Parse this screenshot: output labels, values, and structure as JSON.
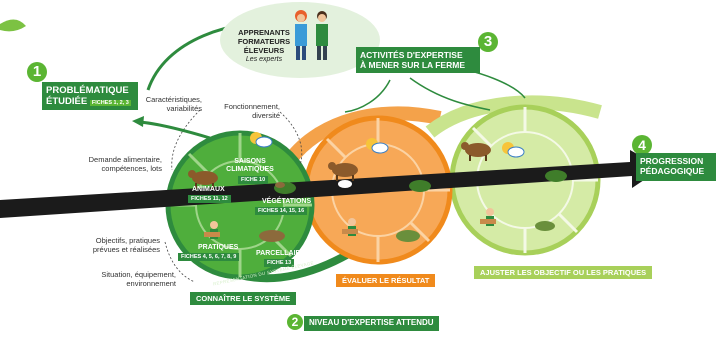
{
  "experts": {
    "line1": "APPRENANTS",
    "line2": "FORMATEURS",
    "line3": "ÉLEVEURS",
    "subtitle": "Les experts"
  },
  "step1": {
    "number": "1",
    "line1": "PROBLÉMATIQUE",
    "line2": "ÉTUDIÉE",
    "fiches": "FICHES 1, 2, 3"
  },
  "step2": {
    "number": "2",
    "label": "NIVEAU D'EXPERTISE ATTENDU"
  },
  "step3": {
    "number": "3",
    "line1": "ACTIVITÉS D'EXPERTISE",
    "line2": "À MENER SUR LA FERME"
  },
  "step4": {
    "number": "4",
    "line1": "PROGRESSION",
    "line2": "PÉDAGOGIQUE"
  },
  "circle1": {
    "caption": "CONNAÎTRE LE SYSTÈME",
    "saisons": {
      "line1": "SAISONS",
      "line2": "CLIMATIQUES",
      "fiche": "FICHE 10"
    },
    "animaux": {
      "label": "ANIMAUX",
      "fiche": "FICHES 11, 12"
    },
    "vegetations": {
      "label": "VÉGÉTATIONS",
      "fiche": "FICHES 14, 15, 16"
    },
    "pratiques": {
      "label": "PRATIQUES",
      "fiche": "FICHES 4, 5, 6, 7, 8, 9"
    },
    "parcellaire": {
      "label": "PARCELLAIRE",
      "fiche": "FICHE 13"
    },
    "arc_text": "REPRÉSENTATION DU SYSTÈME ÉLEVAGE"
  },
  "circle2": {
    "caption": "ÉVALUER LE RÉSULTAT"
  },
  "circle3": {
    "caption": "AJUSTER LES OBJECTIF OU LES PRATIQUES"
  },
  "notes": {
    "caracteristiques": {
      "line1": "Caractéristiques,",
      "line2": "variabilités"
    },
    "fonctionnement": {
      "line1": "Fonctionnement,",
      "line2": "diversité"
    },
    "demande": {
      "line1": "Demande alimentaire,",
      "line2": "compétences, lots"
    },
    "objectifs": {
      "line1": "Objectifs, pratiques",
      "line2": "prévues et réalisées"
    },
    "situation": {
      "line1": "Situation, équipement,",
      "line2": "environnement"
    }
  },
  "colors": {
    "dark_green": "#2e8b3e",
    "light_green": "#5bb533",
    "orange": "#f4a24a",
    "pale_green": "#cde79a",
    "black_arrow": "#1b1b1b"
  }
}
